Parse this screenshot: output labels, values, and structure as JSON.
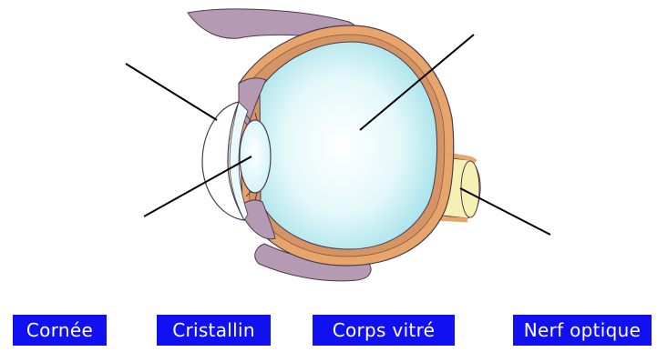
{
  "labels": [
    "Cornée",
    "Cristallin",
    "Corps vitré",
    "Nerf optique"
  ],
  "colors": {
    "button_bg": "#1010f0",
    "button_text": "#ffffff",
    "sclera_orange": "#e7a56c",
    "vitreous_blue": "#bdeef3",
    "muscle_mauve": "#b59ab4",
    "nerve_yellow": "#f5f0b4",
    "lens_cyan": "#d4f5f8"
  }
}
